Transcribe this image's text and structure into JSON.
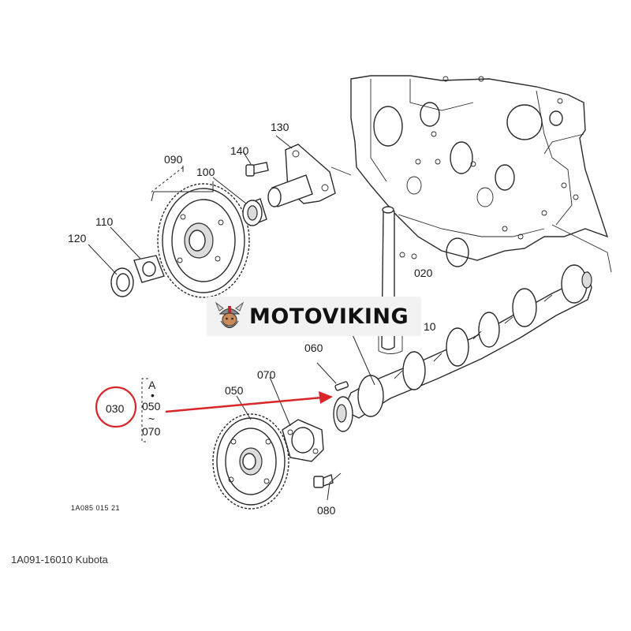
{
  "labels": {
    "l010": "10",
    "l020": "020",
    "l030": "030",
    "l050a": "050",
    "l050b": "050",
    "l060": "060",
    "l070a": "070",
    "l070b": "070",
    "l080": "080",
    "l090": "090",
    "l100": "100",
    "l110": "110",
    "l120": "120",
    "l130": "130",
    "l140": "140",
    "grpA": "A",
    "grpDot": "•",
    "grpTilde": "~"
  },
  "ref_code": "1A085 015 21",
  "brand": {
    "name": "MOTOVIKING",
    "logo_icon": "viking-head-icon"
  },
  "caption": "1A091-16010 Kubota",
  "colors": {
    "highlight": "#d9262b",
    "ink": "#2b2b2b",
    "brand_bg": "#f2f2f2"
  }
}
